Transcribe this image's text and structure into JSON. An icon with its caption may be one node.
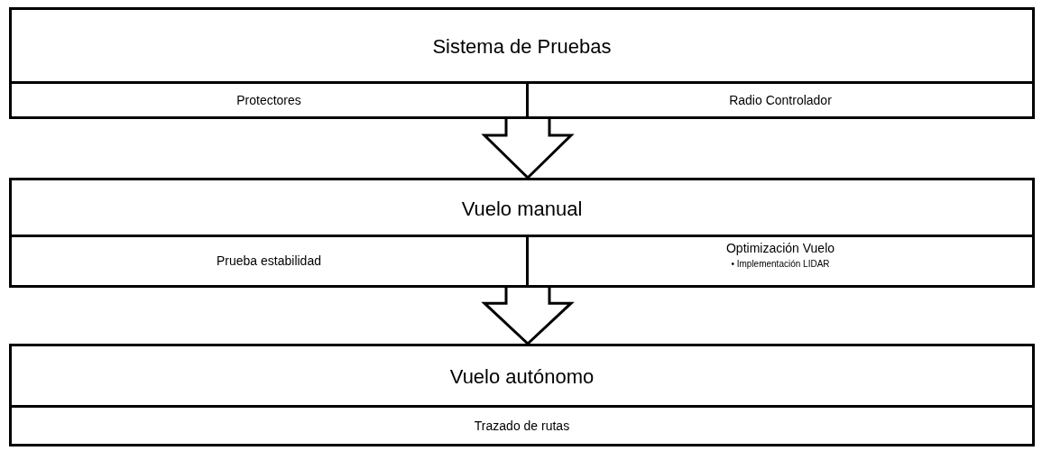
{
  "diagram": {
    "nodes": [
      {
        "text": [
          "Sistema de Pruebas"
        ]
      },
      {
        "text": [
          "Protectores"
        ],
        "in": 0
      },
      {
        "text": [
          "Radio Controlador"
        ],
        "in": 0
      },
      {
        "text": [
          "Vuelo manual"
        ]
      },
      {
        "text": [
          "Prueba estabilidad"
        ],
        "in": 3
      },
      {
        "text": [
          "Optimización Vuelo",
          "• Implementación LIDAR"
        ],
        "in": 3
      },
      {
        "text": [
          "Vuelo autónomo"
        ]
      },
      {
        "text": [
          "Trazado de rutas"
        ],
        "in": 6
      }
    ],
    "edges": [
      {
        "from": 0,
        "to": 3,
        "arrow": "to"
      },
      {
        "from": 3,
        "to": 6,
        "arrow": "to"
      }
    ]
  }
}
